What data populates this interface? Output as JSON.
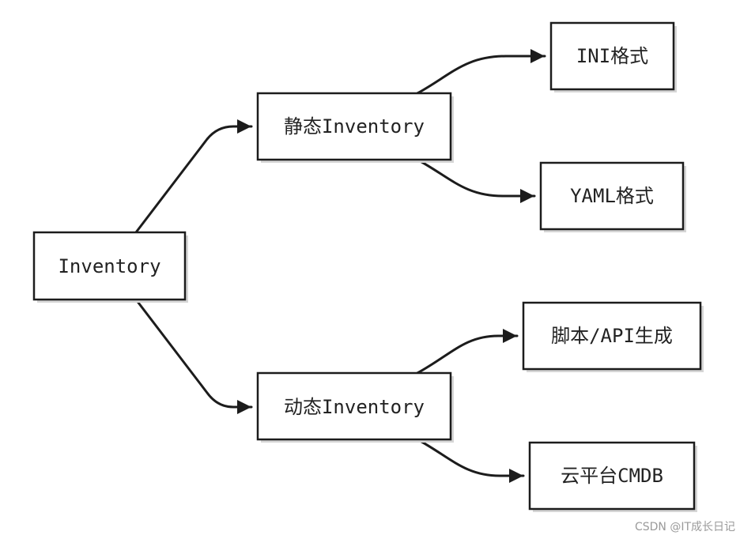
{
  "tree": {
    "label": "Inventory",
    "children": [
      {
        "label": "静态Inventory",
        "children": [
          {
            "label": "INI格式"
          },
          {
            "label": "YAML格式"
          }
        ]
      },
      {
        "label": "动态Inventory",
        "children": [
          {
            "label": "脚本/API生成"
          },
          {
            "label": "云平台CMDB"
          }
        ]
      }
    ]
  },
  "colors": {
    "stroke": "#1c1c1c",
    "background": "#ffffff",
    "shadow": "#d6d6d6",
    "text": "#222222",
    "watermark": "#9a9a9a"
  },
  "watermark": "CSDN @IT成长日记"
}
